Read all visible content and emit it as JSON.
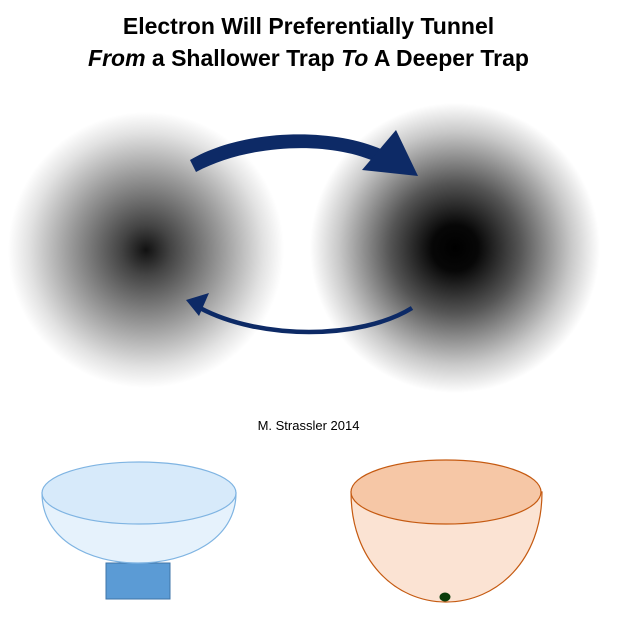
{
  "title": {
    "line1": "Electron Will Preferentially Tunnel",
    "line2_from": "From",
    "line2_a": " a Shallower Trap ",
    "line2_to": "To",
    "line2_b": " A Deeper Trap"
  },
  "credit": "M. Strassler 2014",
  "colors": {
    "arrow": "#0d2a66",
    "shallow_bowl_fill": "#e6f2fc",
    "shallow_bowl_rim": "#d7eafa",
    "shallow_bowl_stroke": "#7fb4e2",
    "stand_fill": "#5b9bd5",
    "stand_stroke": "#3f74a8",
    "deep_bowl_fill": "#fbe3d3",
    "deep_bowl_rim": "#f6c7a6",
    "deep_bowl_stroke": "#c55a11",
    "electron": "#0b3d0b"
  }
}
